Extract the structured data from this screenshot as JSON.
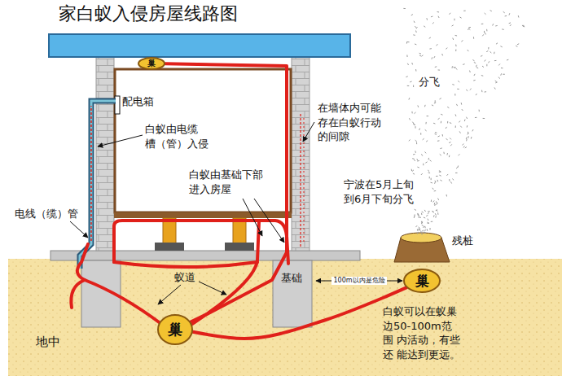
{
  "diagram": {
    "title": "家白蚁入侵房屋线路图",
    "nodes": [
      {
        "text": [
          "巢"
        ]
      },
      {
        "text": [
          "巢"
        ]
      },
      {
        "text": [
          "巢"
        ]
      }
    ],
    "edges": [
      {
        "from": 2,
        "to": 0,
        "arrow": "none"
      },
      {
        "from": 2,
        "to": 1,
        "arrow": "none"
      }
    ],
    "labels": [
      "配电箱",
      "白蚁由电缆 槽（管）入侵",
      "在墙体内可能 存在白蚁行动 的间隙",
      "分飞",
      "白蚁由基础下部 进入房屋",
      "宁波在5月上旬 到6月下旬分飞",
      "电线（缆）管",
      "残桩",
      "蚁道",
      "基础",
      "100m以内是危险",
      "白蚁可以在蚁巢 边50-100m范围 内活动，有些还 能达到更远。",
      "地中"
    ]
  }
}
